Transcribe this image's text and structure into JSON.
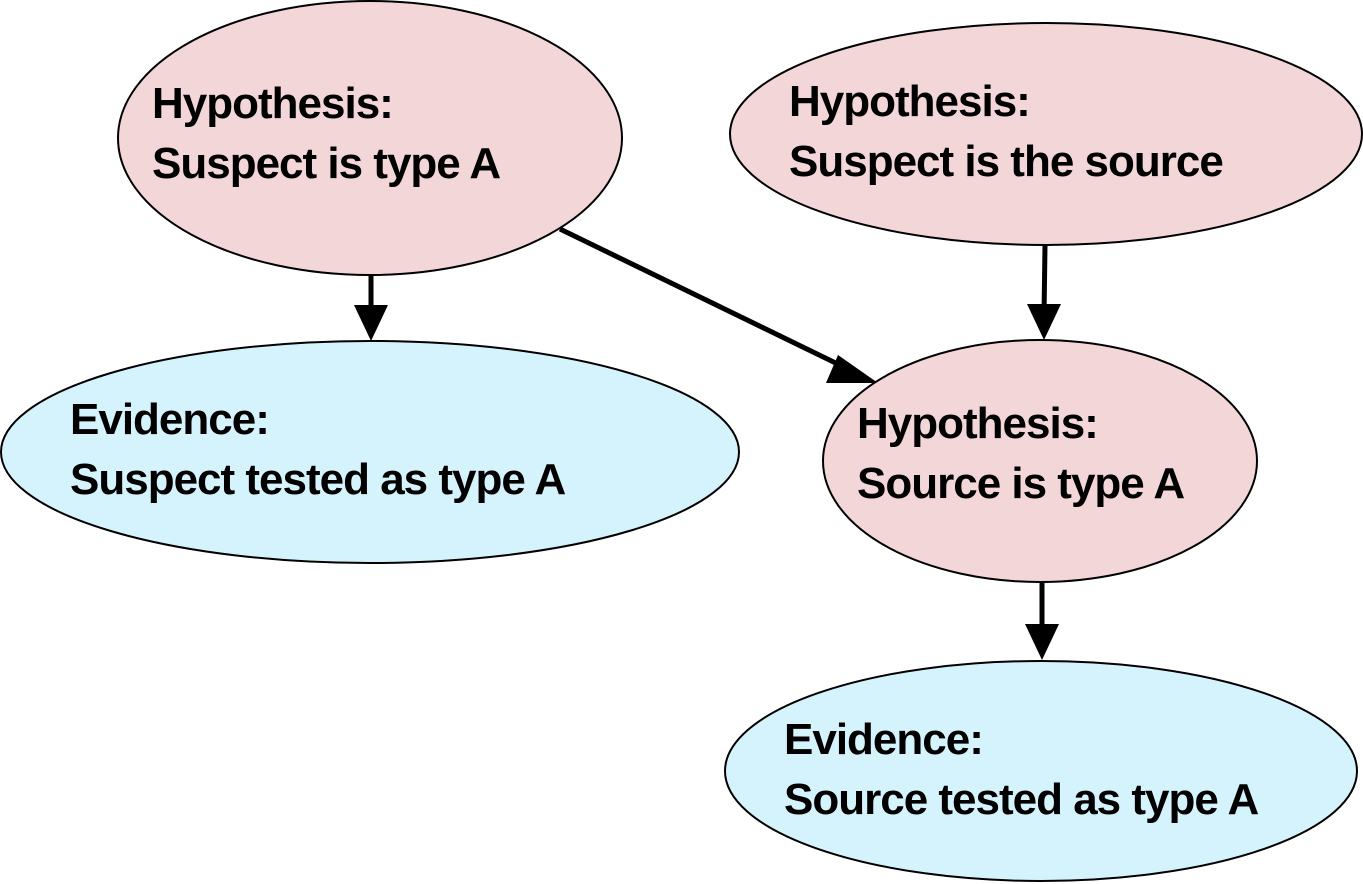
{
  "colors": {
    "hypothesis_fill": "#f3d6d7",
    "evidence_fill": "#d5f3fd",
    "outline": "#000000",
    "arrow": "#000000"
  },
  "nodes": {
    "hyp_suspect_type_a": {
      "kind": "hypothesis",
      "line1": "Hypothesis:",
      "line2": "Suspect is type A"
    },
    "hyp_suspect_source": {
      "kind": "hypothesis",
      "line1": "Hypothesis:",
      "line2": "Suspect is the source"
    },
    "ev_suspect_tested": {
      "kind": "evidence",
      "line1": "Evidence:",
      "line2": "Suspect tested as type A"
    },
    "hyp_source_type_a": {
      "kind": "hypothesis",
      "line1": "Hypothesis:",
      "line2": "Source is type A"
    },
    "ev_source_tested": {
      "kind": "evidence",
      "line1": "Evidence:",
      "line2": "Source tested as type A"
    }
  },
  "edges": [
    {
      "from": "hyp_suspect_type_a",
      "to": "ev_suspect_tested"
    },
    {
      "from": "hyp_suspect_type_a",
      "to": "hyp_source_type_a"
    },
    {
      "from": "hyp_suspect_source",
      "to": "hyp_source_type_a"
    },
    {
      "from": "hyp_source_type_a",
      "to": "ev_source_tested"
    }
  ]
}
